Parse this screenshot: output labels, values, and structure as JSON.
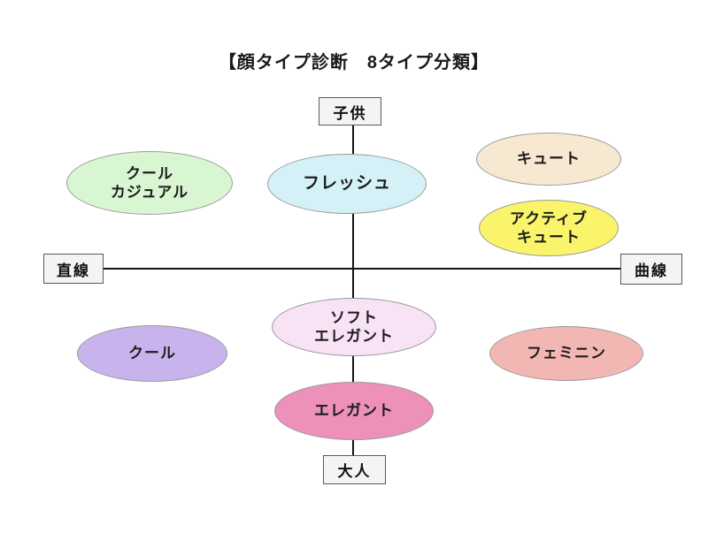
{
  "title": "【顔タイプ診断　8タイプ分類】",
  "axes": {
    "top": "子供",
    "bottom": "大人",
    "left": "直線",
    "right": "曲線"
  },
  "types": [
    {
      "name": "cool-casual",
      "label": "クール\nカジュアル",
      "color": "#d9f6d2"
    },
    {
      "name": "fresh",
      "label": "フレッシュ",
      "color": "#d4f1f8"
    },
    {
      "name": "cute",
      "label": "キュート",
      "color": "#f7e8d1"
    },
    {
      "name": "active-cute",
      "label": "アクティブ\nキュート",
      "color": "#f9f469"
    },
    {
      "name": "cool",
      "label": "クール",
      "color": "#c9b3ed"
    },
    {
      "name": "soft-elegant",
      "label": "ソフト\nエレガント",
      "color": "#f7e2f6"
    },
    {
      "name": "feminine",
      "label": "フェミニン",
      "color": "#f3b7b3"
    },
    {
      "name": "elegant",
      "label": "エレガント",
      "color": "#ed90ba"
    }
  ]
}
